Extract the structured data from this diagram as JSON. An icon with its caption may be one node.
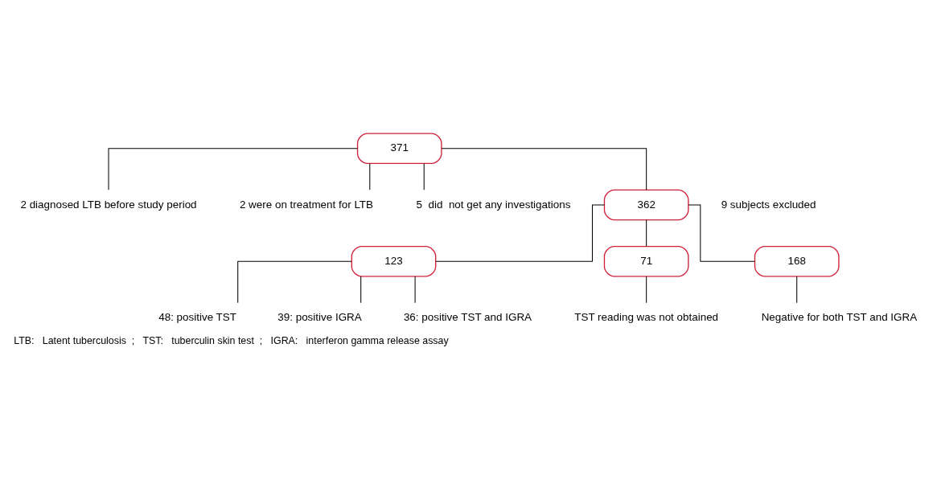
{
  "diagram": {
    "caption": "LTB:   Latent tuberculosis  ;   TST:   tuberculin skin test  ;   IGRA:   interferon gamma release assay",
    "nodes": [
      {
        "text": [
          "371"
        ]
      },
      {
        "text": [
          "2 diagnosed LTB before study period"
        ]
      },
      {
        "text": [
          "2 were on treatment for LTB"
        ]
      },
      {
        "text": [
          "5  did  not get any investigations"
        ]
      },
      {
        "text": [
          "362"
        ]
      },
      {
        "text": [
          "123"
        ]
      },
      {
        "text": [
          "71"
        ]
      },
      {
        "text": [
          "168"
        ]
      },
      {
        "text": [
          "48: positive TST"
        ]
      },
      {
        "text": [
          "39: positive IGRA"
        ]
      },
      {
        "text": [
          "36: positive TST and IGRA"
        ]
      },
      {
        "text": [
          "TST reading was not obtained"
        ]
      },
      {
        "text": [
          "Negative for both TST and IGRA"
        ]
      }
    ],
    "edges": [
      {
        "from": 0,
        "to": 4,
        "arrow": "none"
      },
      {
        "from": 0,
        "to": 1,
        "arrow": "none"
      },
      {
        "from": 0,
        "to": 2,
        "arrow": "none"
      },
      {
        "from": 0,
        "to": 3,
        "arrow": "none"
      },
      {
        "from": 4,
        "to": 5,
        "arrow": "none"
      },
      {
        "from": 4,
        "to": 6,
        "arrow": "none"
      },
      {
        "from": 4,
        "to": 7,
        "arrow": "none"
      },
      {
        "from": 5,
        "to": 8,
        "arrow": "none"
      },
      {
        "from": 5,
        "to": 9,
        "arrow": "none"
      },
      {
        "from": 5,
        "to": 10,
        "arrow": "none"
      },
      {
        "from": 6,
        "to": 11,
        "arrow": "none"
      },
      {
        "from": 7,
        "to": 12,
        "arrow": "none"
      }
    ],
    "labels": [
      "9 subjects excluded"
    ]
  }
}
